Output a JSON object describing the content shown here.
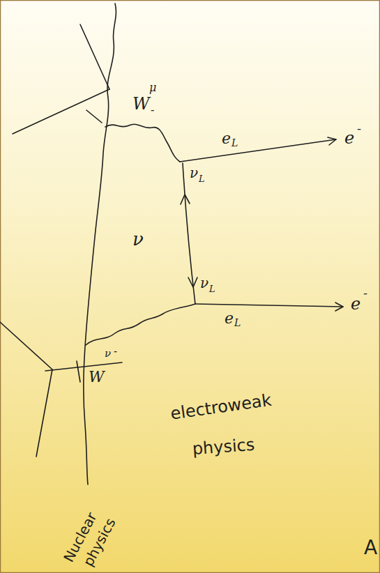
{
  "diagram": {
    "labels": [
      "W",
      "μ",
      "-",
      "e",
      "L",
      "e",
      "-",
      "ν",
      "L",
      "ν",
      "ν",
      "L",
      "e",
      "L",
      "e",
      "-",
      "W",
      "ν",
      "-",
      "electroweak",
      "physics",
      "Nuclear",
      "physics",
      "A"
    ]
  }
}
